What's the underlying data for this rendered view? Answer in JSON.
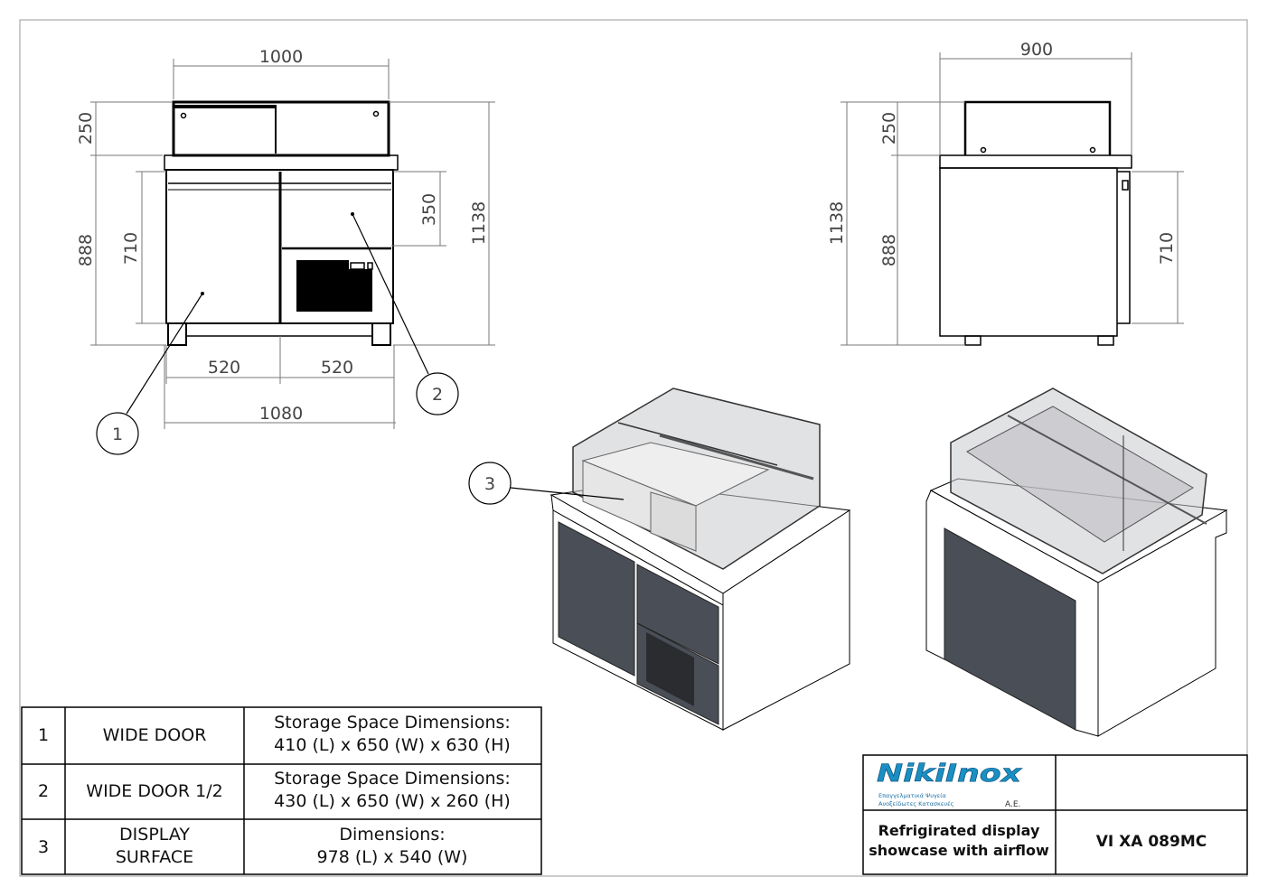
{
  "front_view": {
    "dims": {
      "width_top": "1000",
      "glass_height": "250",
      "counter_height": "888",
      "door_height": "710",
      "drawer_height": "350",
      "total_height": "1138",
      "door_left_width": "520",
      "door_right_width": "520",
      "total_width": "1080"
    }
  },
  "side_view": {
    "dims": {
      "depth": "900",
      "glass_height": "250",
      "counter_height": "888",
      "total_height": "1138",
      "door_height": "710"
    }
  },
  "balloons": [
    "1",
    "2",
    "3"
  ],
  "parts_table": [
    {
      "num": "1",
      "name": [
        "WIDE DOOR"
      ],
      "desc": [
        "Storage Space Dimensions:",
        "410 (L) x 650 (W) x 630 (H)"
      ]
    },
    {
      "num": "2",
      "name": [
        "WIDE DOOR 1/2"
      ],
      "desc": [
        "Storage Space Dimensions:",
        "430 (L) x 650 (W) x 260 (H)"
      ]
    },
    {
      "num": "3",
      "name": [
        "DISPLAY",
        "SURFACE"
      ],
      "desc": [
        "Dimensions:",
        "978 (L) x 540 (W)"
      ]
    }
  ],
  "title_block": {
    "logo": {
      "brand": "NikiInox",
      "suffix": "A.E.",
      "tagline": [
        "Επαγγελματικά Ψυγεία",
        "Ανοξείδωτες Κατασκευές"
      ],
      "color": "#1a8fc4"
    },
    "description": [
      "Refrigirated display",
      "showcase with airflow"
    ],
    "model": "VI XA 089MC"
  }
}
